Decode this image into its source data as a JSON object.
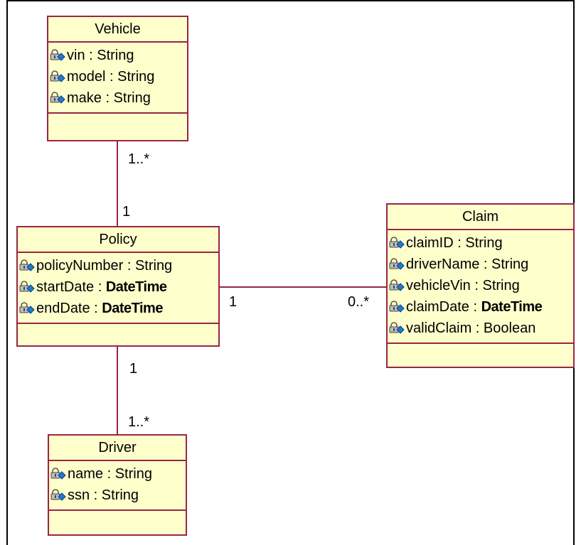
{
  "classes": {
    "vehicle": {
      "name": "Vehicle",
      "attributes": [
        {
          "name": "vin",
          "type": "String"
        },
        {
          "name": "model",
          "type": "String"
        },
        {
          "name": "make",
          "type": "String"
        }
      ]
    },
    "policy": {
      "name": "Policy",
      "attributes": [
        {
          "name": "policyNumber",
          "type": "String"
        },
        {
          "name": "startDate",
          "type": "DateTime"
        },
        {
          "name": "endDate",
          "type": "DateTime"
        }
      ]
    },
    "claim": {
      "name": "Claim",
      "attributes": [
        {
          "name": "claimID",
          "type": "String"
        },
        {
          "name": "driverName",
          "type": "String"
        },
        {
          "name": "vehicleVin",
          "type": "String"
        },
        {
          "name": "claimDate",
          "type": "DateTime"
        },
        {
          "name": "validClaim",
          "type": "Boolean"
        }
      ]
    },
    "driver": {
      "name": "Driver",
      "attributes": [
        {
          "name": "name",
          "type": "String"
        },
        {
          "name": "ssn",
          "type": "String"
        }
      ]
    }
  },
  "associations": {
    "vehicle_policy": {
      "vehicle_end": "1..*",
      "policy_end": "1"
    },
    "policy_claim": {
      "policy_end": "1",
      "claim_end": "0..*"
    },
    "policy_driver": {
      "policy_end": "1",
      "driver_end": "1..*"
    }
  },
  "colors": {
    "class_fill": "#ffffcc",
    "class_border": "#9a2545",
    "line": "#9a2545",
    "icon_blue": "#1c7cd6"
  },
  "icons": {
    "attribute": "private-attribute-icon"
  }
}
